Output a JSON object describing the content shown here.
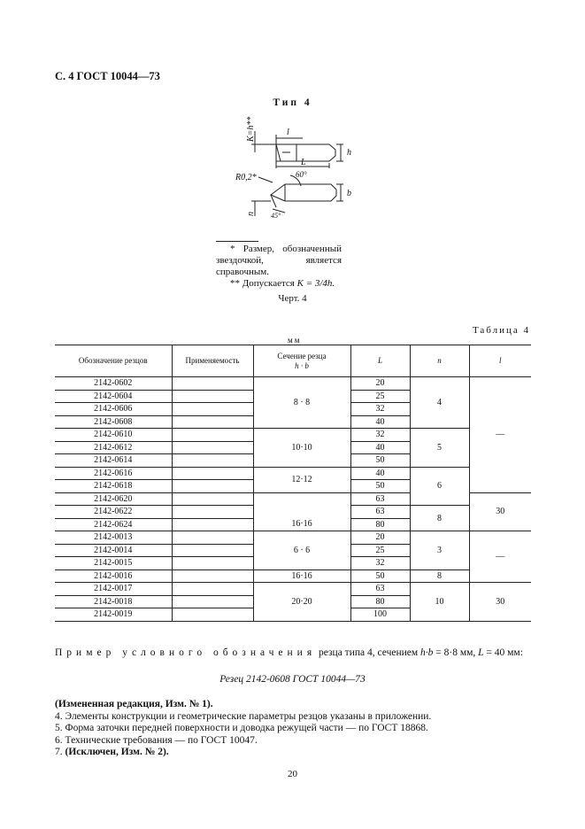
{
  "header": "С. 4 ГОСТ 10044—73",
  "type_title": "Тип 4",
  "drawing": {
    "labels": {
      "k_eq": "K=h**",
      "l": "l",
      "L": "L",
      "h": "h",
      "b": "b",
      "r": "R0,2*",
      "angle": "60°",
      "n": "n",
      "angle2": "45°"
    }
  },
  "footnotes": {
    "fn1": "* Размер, обозначенный звездочкой, является справочным.",
    "fn2_prefix": "** Допускается",
    "fn2_formula": "K = 3/4h."
  },
  "drawing_caption": "Черт. 4",
  "table_caption": "Таблица 4",
  "units": "мм",
  "table": {
    "headers": {
      "code": "Обозначение резцов",
      "application": "Применяемость",
      "section_line1": "Сечение резца",
      "section_line2": "h · b",
      "L": "L",
      "n": "n",
      "l": "l"
    },
    "codes": [
      "2142-0602",
      "2142-0604",
      "2142-0606",
      "2142-0608",
      "2142-0610",
      "2142-0612",
      "2142-0614",
      "2142-0616",
      "2142-0618",
      "2142-0620",
      "2142-0622",
      "2142-0624",
      "2142-0013",
      "2142-0014",
      "2142-0015",
      "2142-0016",
      "2142-0017",
      "2142-0018",
      "2142-0019"
    ],
    "L_values": [
      "20",
      "25",
      "32",
      "40",
      "32",
      "40",
      "50",
      "40",
      "50",
      "63",
      "63",
      "80",
      "20",
      "25",
      "32",
      "50",
      "63",
      "80",
      "100"
    ],
    "sections": [
      "8 · 8",
      "10·10",
      "12·12",
      "16·16",
      "6 · 6",
      "16·16",
      "20·20"
    ],
    "n_values": [
      "4",
      "5",
      "6",
      "8",
      "3",
      "8",
      "10"
    ],
    "l_values": [
      "—",
      "30",
      "—",
      "30"
    ]
  },
  "example": {
    "lead": "Пример условного обозначения",
    "text1": "резца типа 4, сечением",
    "formula1": "h·b",
    "text2": "= 8·8 мм,",
    "formula2": "L",
    "text3": "= 40 мм:",
    "designation": "Резец 2142-0608 ГОСТ 10044—73"
  },
  "items": {
    "revised": "(Измененная редакция, Изм. № 1).",
    "item4": "4. Элементы конструкции и геометрические параметры резцов указаны в приложении.",
    "item5": "5. Форма заточки передней поверхности и доводка режущей части — по ГОСТ 18868.",
    "item6": "6. Технические требования — по ГОСТ 10047.",
    "item7_prefix": "7.",
    "item7_bold": "(Исключен, Изм. № 2)."
  },
  "page_number": "20"
}
